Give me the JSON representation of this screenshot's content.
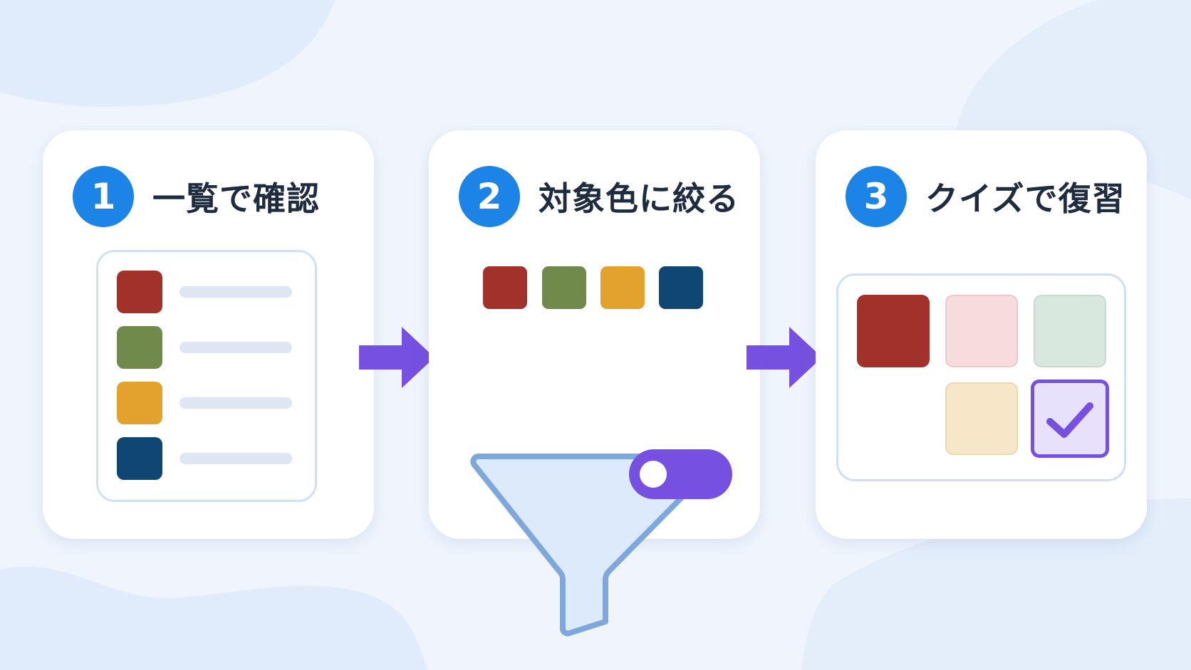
{
  "steps": [
    {
      "number": "1",
      "title": "一覧で確認"
    },
    {
      "number": "2",
      "title": "対象色に絞る"
    },
    {
      "number": "3",
      "title": "クイズで復習"
    }
  ],
  "palette": {
    "red": "#a23229",
    "green": "#6f8a4b",
    "yellow": "#e3a22e",
    "navy": "#0e4872",
    "accent_blue": "#1c84e6",
    "accent_purple": "#7650e0",
    "funnel_fill": "#ddeafb",
    "funnel_stroke": "#7ea8dc",
    "faded_red": "#f6dcdc",
    "faded_green": "#d9e8df",
    "faded_yellow": "#f7e6c8"
  },
  "icons": {
    "step_1": "list-icon",
    "step_2": "funnel-filter-icon",
    "step_3": "quiz-grid-icon",
    "connectors": "arrow-right-icon",
    "toggle": "toggle-switch-icon",
    "check": "checkmark-icon"
  }
}
